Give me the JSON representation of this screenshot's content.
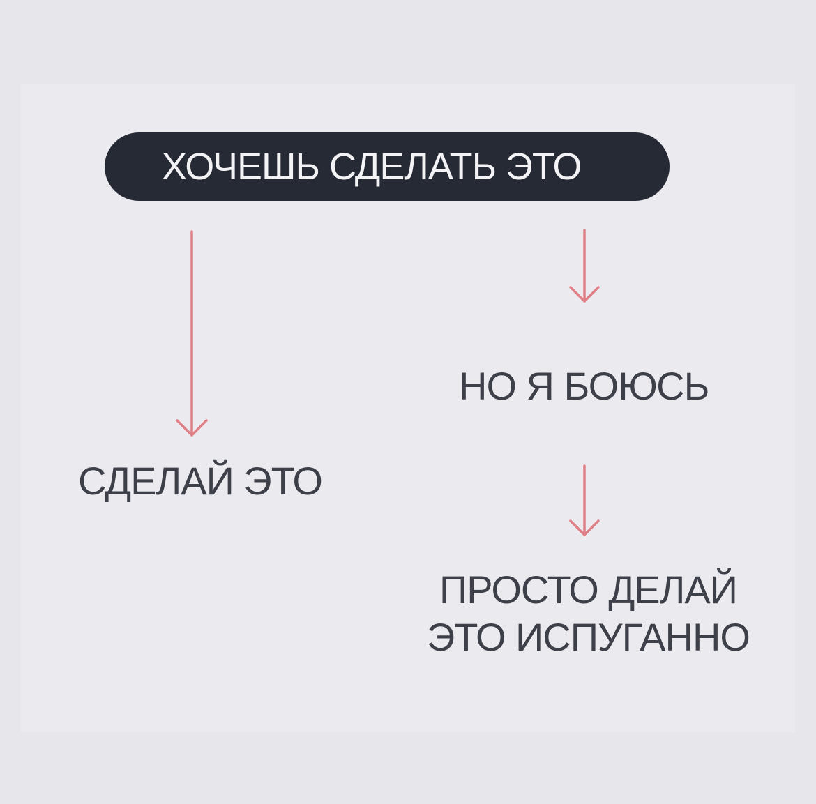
{
  "diagram": {
    "root": "ХОЧЕШЬ СДЕЛАТЬ ЭТО",
    "left_branch": "СДЕЛАЙ ЭТО",
    "right_branch_step": "НО Я БОЮСЬ",
    "right_branch_result": [
      "ПРОСТО ДЕЛАЙ",
      "ЭТО ИСПУГАННО"
    ]
  },
  "colors": {
    "background": "#e6e6eb",
    "pill": "#262a34",
    "pill_text": "#f3f3f6",
    "text": "#3d3f49",
    "arrow": "#e07f86"
  }
}
